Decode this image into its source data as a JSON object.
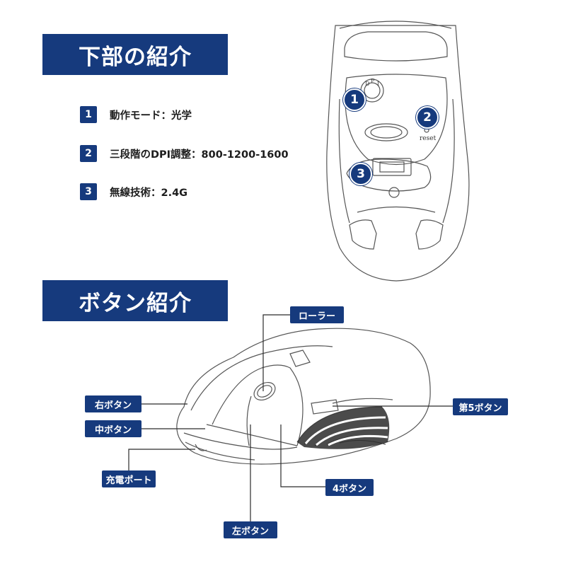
{
  "bottom_section": {
    "title": "下部の紹介",
    "specs": [
      {
        "num": "1",
        "text": "動作モード：光学"
      },
      {
        "num": "2",
        "text": "三段階のDPI調整：800-1200-1600"
      },
      {
        "num": "3",
        "text": "無線技術：2.4G"
      }
    ],
    "diagram": {
      "callouts": [
        "1",
        "2",
        "3"
      ],
      "dpi_letters": [
        "D",
        "P",
        "I"
      ],
      "reset_label": "reset"
    }
  },
  "button_section": {
    "title": "ボタン紹介",
    "labels": {
      "roller": "ローラー",
      "right": "右ボタン",
      "middle": "中ボタン",
      "charge": "充電ポート",
      "left": "左ボタン",
      "fourth": "4ボタン",
      "fifth": "第5ボタン"
    }
  },
  "colors": {
    "accent": "#163a7d"
  }
}
